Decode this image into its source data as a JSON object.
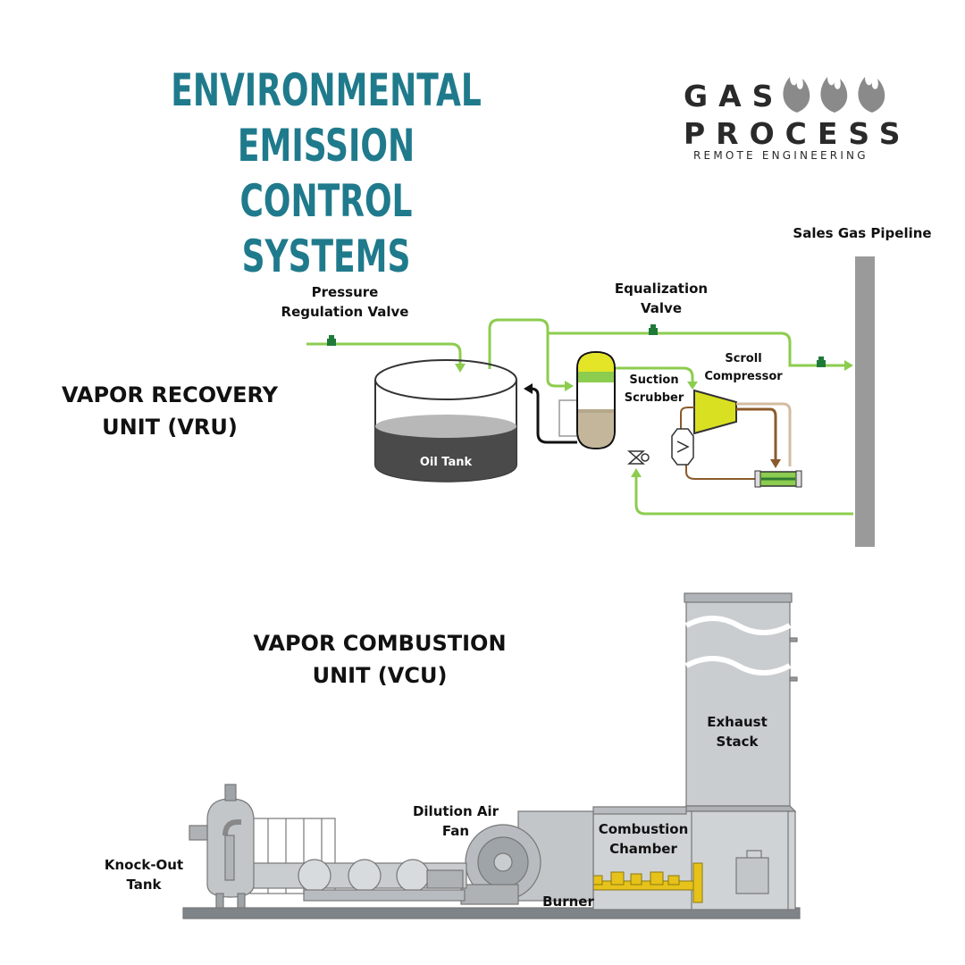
{
  "title": {
    "line1": "ENVIRONMENTAL EMISSION",
    "line2": "CONTROL SYSTEMS"
  },
  "logo": {
    "line1": "GAS",
    "line2": "PROCESS",
    "subtitle": "REMOTE ENGINEERING",
    "icon": "flame-icon"
  },
  "vru": {
    "heading_line1": "VAPOR RECOVERY",
    "heading_line2": "UNIT (VRU)",
    "labels": {
      "sales_gas_pipeline": "Sales Gas Pipeline",
      "pressure_valve_line1": "Pressure",
      "pressure_valve_line2": "Regulation Valve",
      "equalization_line1": "Equalization",
      "equalization_line2": "Valve",
      "scroll_line1": "Scroll",
      "scroll_line2": "Compressor",
      "suction_line1": "Suction",
      "suction_line2": "Scrubber",
      "oil_tank": "Oil Tank"
    },
    "colors": {
      "gas_line": "#8ccc4f",
      "valve": "#1f7a3a",
      "compressor": "#d9e021",
      "tank_liquid": "#4a4a4a",
      "pipeline": "#9a9a9a",
      "return_line": "#8b5a2b"
    }
  },
  "vcu": {
    "heading_line1": "VAPOR COMBUSTION",
    "heading_line2": "UNIT (VCU)",
    "labels": {
      "exhaust_line1": "Exhaust",
      "exhaust_line2": "Stack",
      "dilution_line1": "Dilution Air",
      "dilution_line2": "Fan",
      "combustion_line1": "Combustion",
      "combustion_line2": "Chamber",
      "knockout_line1": "Knock-Out",
      "knockout_line2": "Tank",
      "burner": "Burner"
    },
    "colors": {
      "equipment": "#b8bcc0",
      "burner": "#e6c21a"
    }
  }
}
